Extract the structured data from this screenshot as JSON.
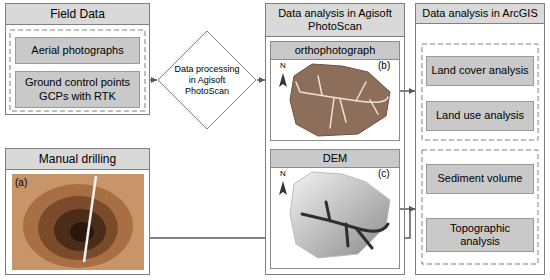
{
  "diagram": {
    "nodes": [
      {
        "text": [
          "Field Data"
        ]
      },
      {
        "text": [
          "Aerial photographs"
        ],
        "in": 0
      },
      {
        "text": [
          "Ground control points GCPs with RTK"
        ],
        "in": 0
      },
      {
        "text": [
          "Data processing in Agisoft PhotoScan"
        ]
      },
      {
        "text": [
          "Manual drilling"
        ]
      },
      {
        "text": [
          "Data analysis in Agisoft PhotoScan"
        ]
      },
      {
        "text": [
          "orthophotograph"
        ],
        "in": 5
      },
      {
        "text": [
          "DEM"
        ],
        "in": 5
      },
      {
        "text": [
          "Data analysis in ArcGIS"
        ]
      },
      {
        "text": [
          "Land cover analysis"
        ],
        "in": 8
      },
      {
        "text": [
          "Land use analysis"
        ],
        "in": 8
      },
      {
        "text": [
          "Sediment volume"
        ],
        "in": 8
      },
      {
        "text": [
          "Topographic analysis"
        ],
        "in": 8
      }
    ],
    "edges": [
      {
        "from": 0,
        "to": 3,
        "arrow": "to"
      },
      {
        "from": 3,
        "to": 5,
        "arrow": "to"
      },
      {
        "from": 6,
        "to": 8,
        "arrow": "to"
      },
      {
        "from": 7,
        "to": 8,
        "arrow": "to"
      },
      {
        "from": 4,
        "to": 8,
        "arrow": "to"
      }
    ],
    "labels": [
      "(a)",
      "(b)",
      "(c)",
      "N",
      "N"
    ]
  }
}
